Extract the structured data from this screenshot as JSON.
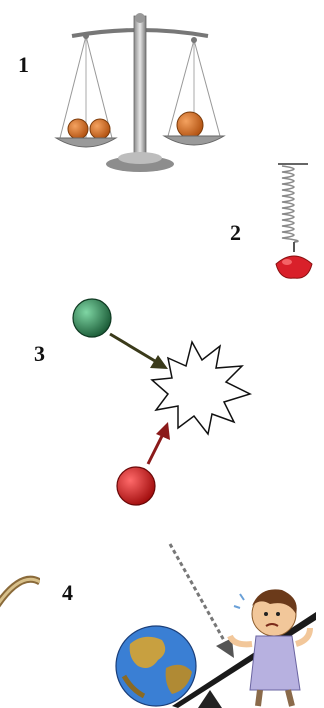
{
  "items": [
    {
      "label": "1",
      "icon": "balance-scale-icon"
    },
    {
      "label": "2",
      "icon": "spring-weight-icon"
    },
    {
      "label": "3",
      "icon": "collision-icon"
    },
    {
      "label": "4",
      "icon": "lever-earth-icon"
    }
  ],
  "colors": {
    "brass_ball": "#d2691e",
    "green_ball": "#2e7d4f",
    "red_ball": "#d32121",
    "arrow_dark": "#3a3a1a",
    "arrow_red": "#8b1a1a",
    "spring_weight": "#d9202a"
  }
}
